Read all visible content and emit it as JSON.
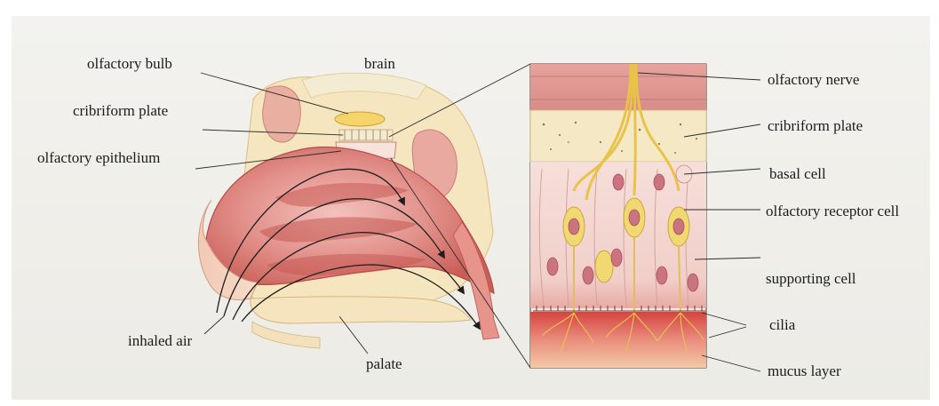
{
  "diagram": {
    "left_labels": {
      "olfactory_bulb": "olfactory bulb",
      "cribriform_plate": "cribriform plate",
      "olfactory_epithelium": "olfactory epithelium",
      "brain": "brain",
      "inhaled_air": "inhaled air",
      "palate": "palate"
    },
    "right_labels": {
      "olfactory_nerve": "olfactory nerve",
      "cribriform_plate": "cribriform plate",
      "basal_cell": "basal cell",
      "olfactory_receptor_cell": "olfactory receptor cell",
      "supporting_cell": "supporting cell",
      "cilia": "cilia",
      "mucus_layer": "mucus layer"
    },
    "colors": {
      "background": "#efeee9",
      "tissue_pink": "#e9a3a0",
      "cavity_dark": "#c4433f",
      "bone_cream": "#f4e3b8",
      "receptor_yellow": "#f2d870",
      "nucleus": "#c9707a",
      "leader_line": "#2c2c2c"
    }
  }
}
